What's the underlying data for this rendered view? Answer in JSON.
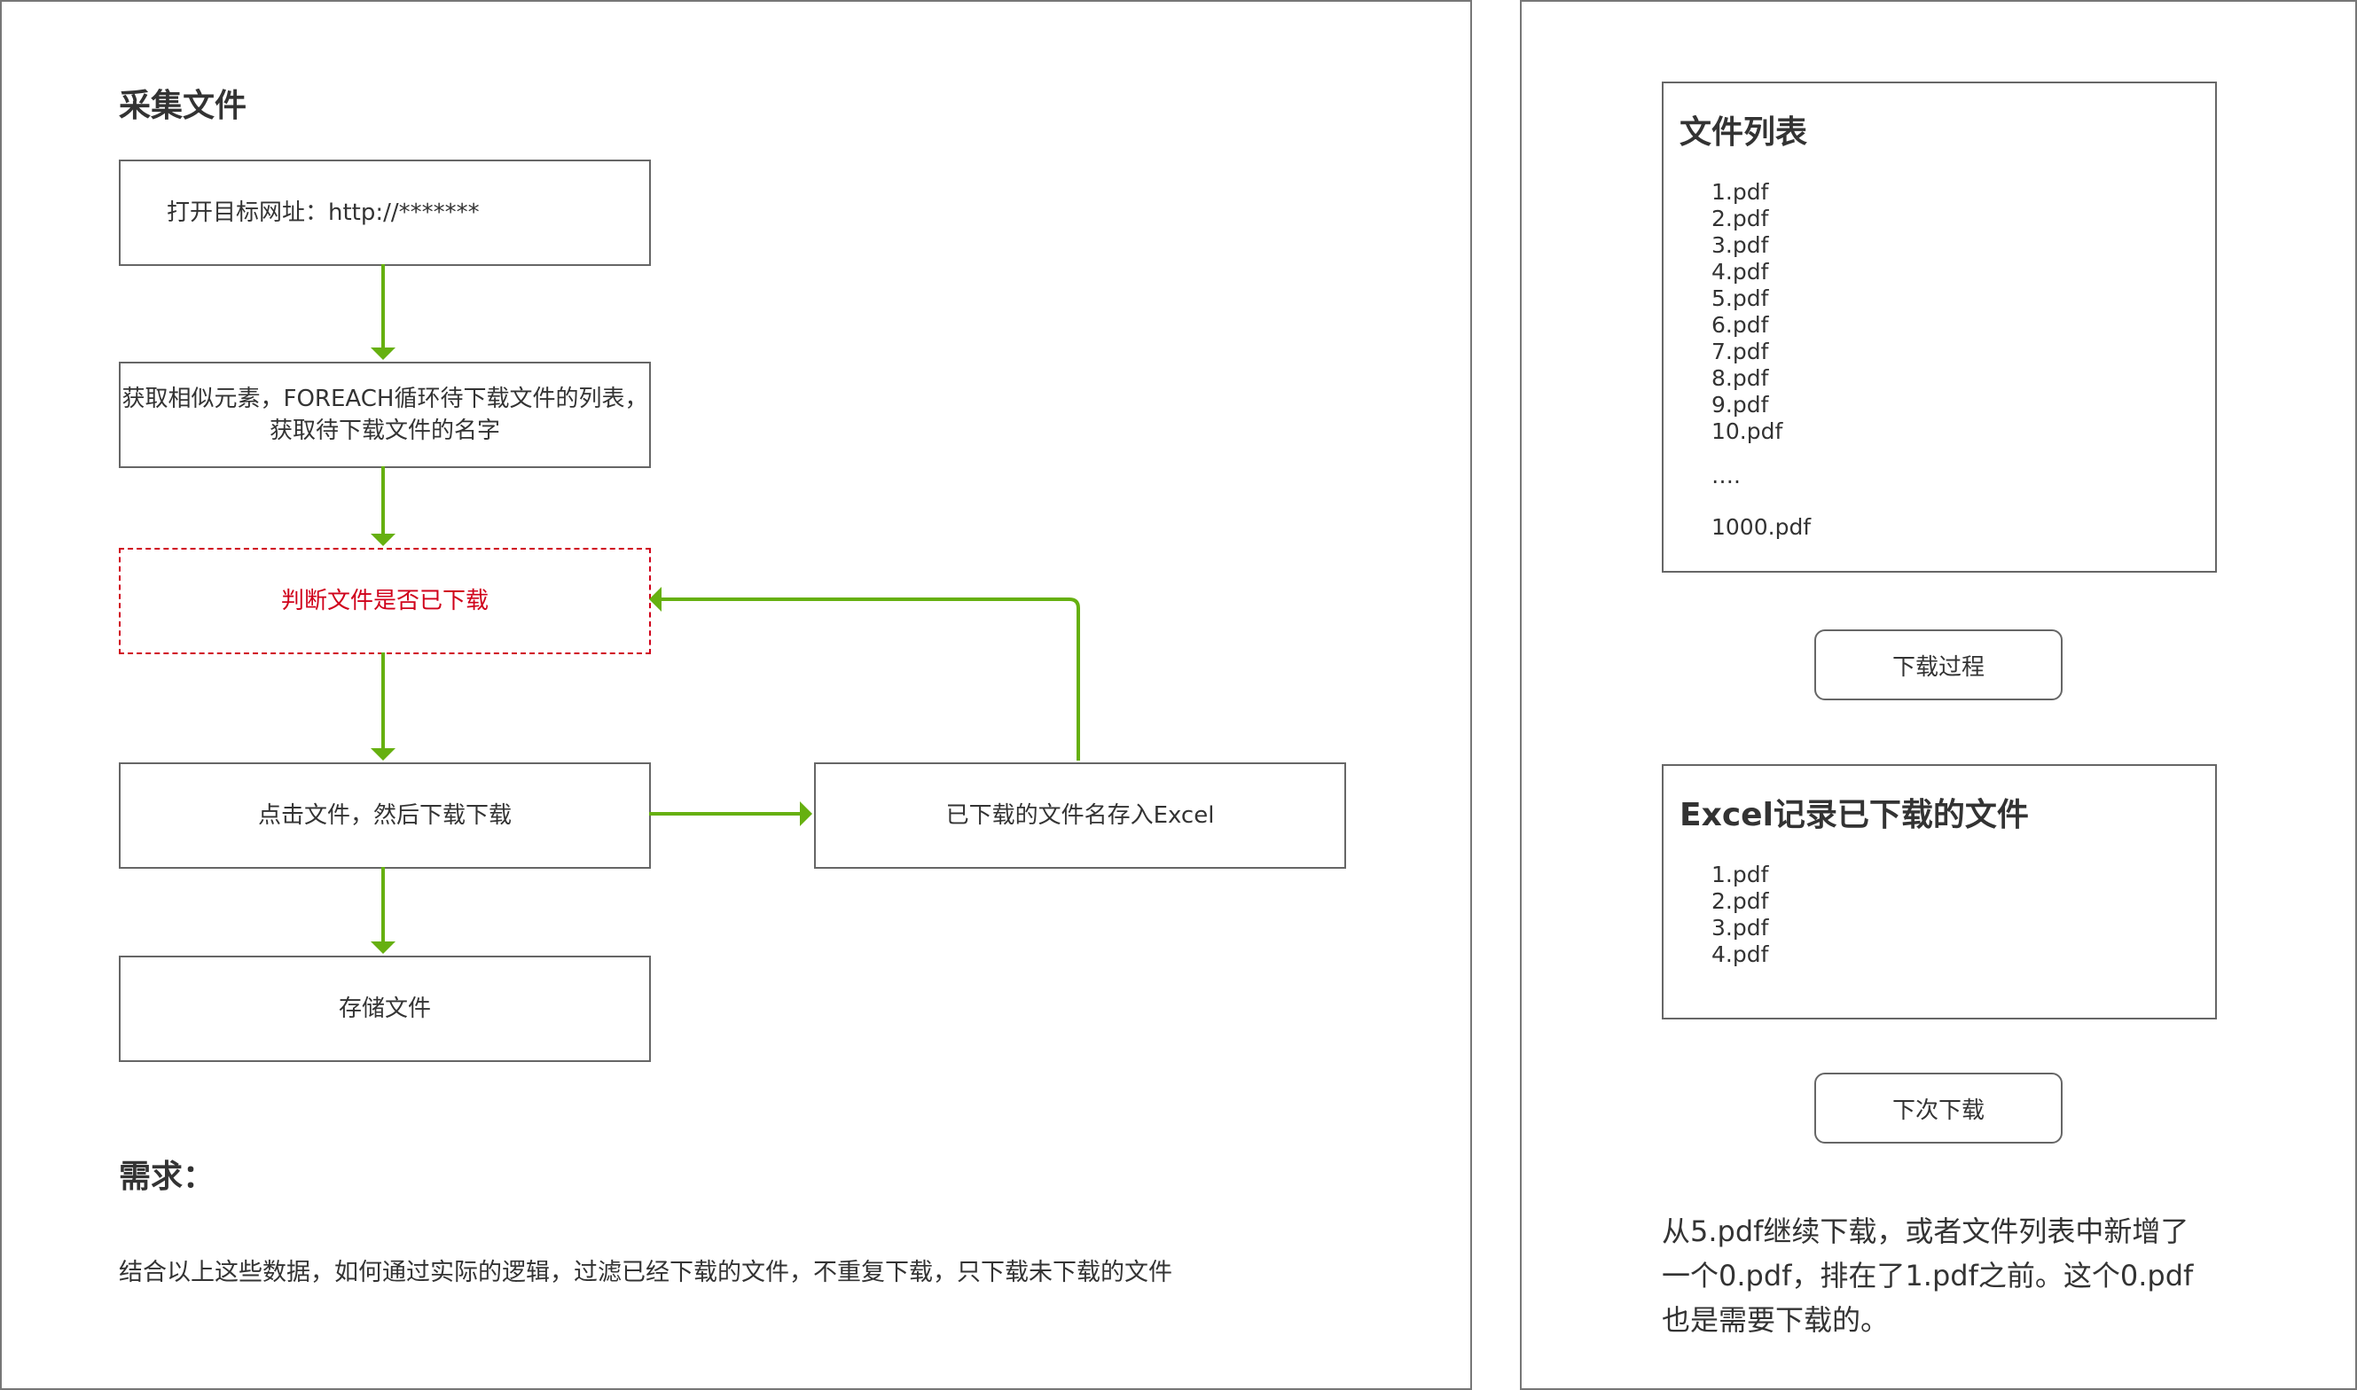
{
  "left": {
    "title": "采集文件",
    "steps": {
      "open_url": "打开目标网址：http://*******",
      "get_elements_line1": "获取相似元素，FOREACH循环待下载文件的列表，",
      "get_elements_line2": "获取待下载文件的名字",
      "check_downloaded": "判断文件是否已下载",
      "click_download": "点击文件，然后下载下载",
      "save_excel": "已下载的文件名存入Excel",
      "store_file": "存储文件"
    },
    "requirement_title": "需求：",
    "requirement_text": "结合以上这些数据，如何通过实际的逻辑，过滤已经下载的文件，不重复下载，只下载未下载的文件"
  },
  "right": {
    "file_list": {
      "title": "文件列表",
      "items": [
        "1.pdf",
        "2.pdf",
        "3.pdf",
        "4.pdf",
        "5.pdf",
        "6.pdf",
        "7.pdf",
        "8.pdf",
        "9.pdf",
        "10.pdf"
      ],
      "ellipsis": "….",
      "last_item": "1000.pdf"
    },
    "download_process_label": "下载过程",
    "excel_record": {
      "title": "Excel记录已下载的文件",
      "items": [
        "1.pdf",
        "2.pdf",
        "3.pdf",
        "4.pdf"
      ]
    },
    "next_download_label": "下次下载",
    "note_line1": "从5.pdf继续下载，或者文件列表中新增了",
    "note_line2": "一个0.pdf，排在了1.pdf之前。这个0.pdf",
    "note_line3": "也是需要下载的。"
  },
  "colors": {
    "arrow": "#66b010",
    "dashed_border": "#d0021b",
    "border": "#666666"
  }
}
